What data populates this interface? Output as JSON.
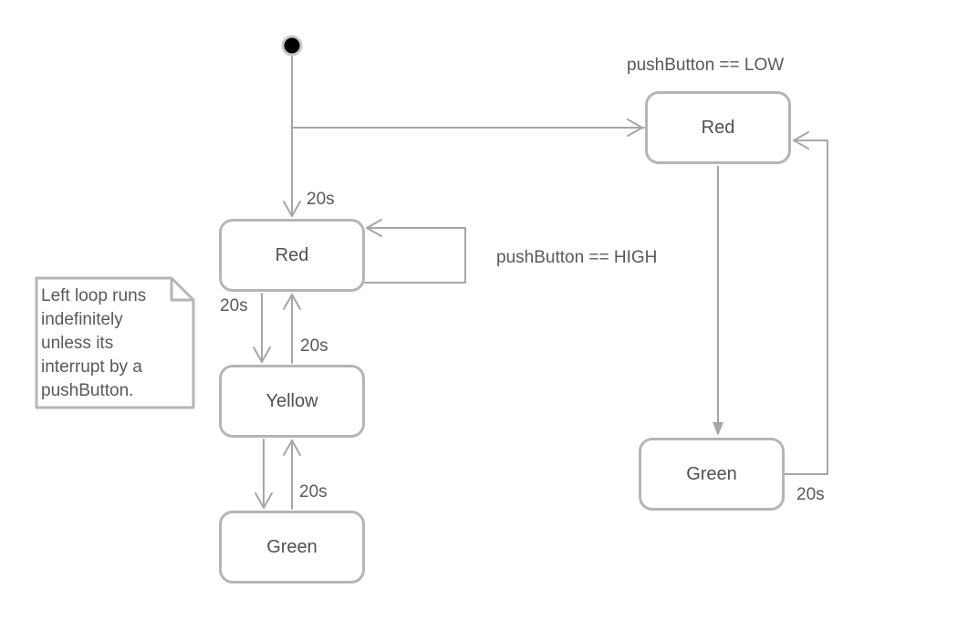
{
  "colors": {
    "line": "#a6a6a6",
    "state_border": "#b5b5b5",
    "text": "#595959",
    "initial_node": "#000000"
  },
  "left_machine": {
    "states": {
      "red": "Red",
      "yellow": "Yellow",
      "green": "Green"
    },
    "transitions": {
      "initial_to_red": "20s",
      "red_to_yellow": "20s",
      "yellow_to_red": "20s",
      "green_to_yellow": "20s"
    }
  },
  "right_machine": {
    "guard_low": "pushButton == LOW",
    "guard_high": "pushButton == HIGH",
    "states": {
      "red": "Red",
      "green": "Green"
    },
    "transitions": {
      "green_to_red": "20s"
    }
  },
  "note": {
    "lines": [
      "Left loop runs",
      "indefinitely",
      "unless its",
      "interrupt by a",
      "pushButton."
    ]
  }
}
